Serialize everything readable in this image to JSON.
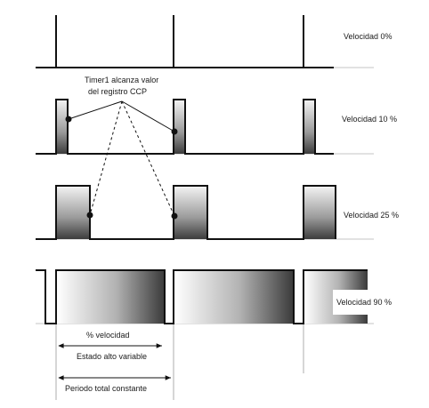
{
  "rows": [
    {
      "label": "Velocidad 0%"
    },
    {
      "label": "Velocidad 10 %"
    },
    {
      "label": "Velocidad 25 %"
    },
    {
      "label": "Velocidad 90 %"
    }
  ],
  "callout": {
    "line1": "Timer1 alcanza valor",
    "line2": "del registro CCP"
  },
  "dimensions": {
    "speed_label": "% velocidad",
    "variable_label": "Estado alto variable",
    "constant_label": "Periodo total  constante"
  }
}
